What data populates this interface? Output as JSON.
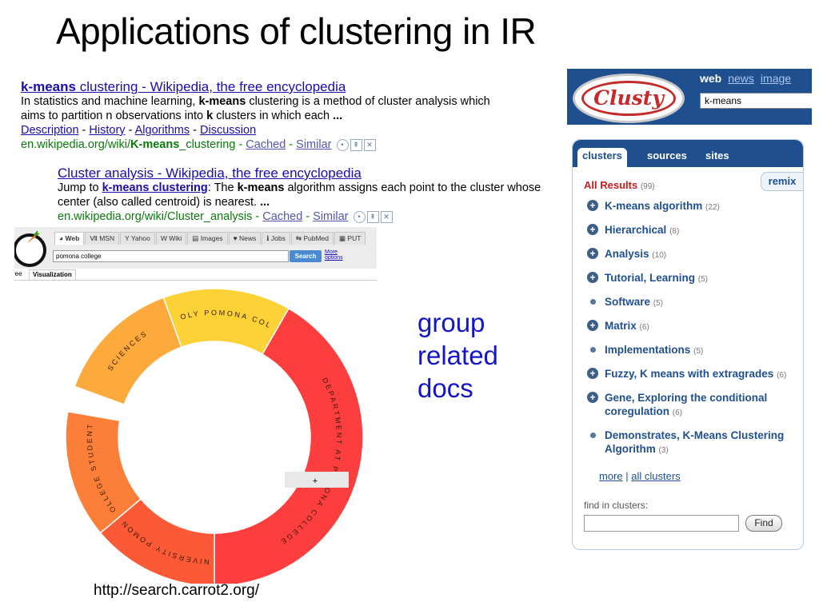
{
  "slide": {
    "title": "Applications of clustering in IR",
    "caption_lines": [
      "group",
      "related",
      "docs"
    ],
    "source_url": "http://search.carrot2.org/"
  },
  "results": [
    {
      "title_bold": "k-means",
      "title_rest": " clustering - Wikipedia, the free encyclopedia",
      "snippet_line1_a": "In statistics and machine learning, ",
      "snippet_line1_b": "k-means",
      "snippet_line1_c": " clustering is a method of cluster analysis which",
      "snippet_line2_a": "aims to partition n observations into ",
      "snippet_line2_b": "k",
      "snippet_line2_c": " clusters in which each ",
      "snippet_line2_d": "...",
      "links": [
        "Description",
        "History",
        "Algorithms",
        "Discussion"
      ],
      "url_a": "en.wikipedia.org/wiki/",
      "url_b": "K-means",
      "url_c": "_clustering",
      "cached": "Cached",
      "similar": "Similar"
    },
    {
      "title": "Cluster analysis - Wikipedia, the free encyclopedia",
      "snippet_line1_a": "Jump to ",
      "snippet_line1_link": "k-means clustering",
      "snippet_line1_b": ": The ",
      "snippet_line1_c": "k-means",
      "snippet_line1_d": " algorithm assigns each point to the cluster whose",
      "snippet_line2": "center (also called centroid) is nearest. ",
      "snippet_line2_d": "...",
      "url": "en.wikipedia.org/wiki/Cluster_analysis",
      "cached": "Cached",
      "similar": "Similar"
    }
  ],
  "carrot": {
    "tabs": [
      "Web",
      "MSN",
      "Yahoo",
      "Wiki",
      "Images",
      "News",
      "Jobs",
      "PubMed",
      "PUT"
    ],
    "tab_icons": [
      "◕",
      "Ⅶ",
      "Y",
      "W",
      "▤",
      "♥",
      "ℹ",
      "⇆",
      "▦"
    ],
    "query": "pomona college",
    "search_label": "Search",
    "more_options": [
      "More",
      "options"
    ],
    "subtabs": [
      "ree",
      "Visualization"
    ],
    "plus_mark": "+",
    "segments": [
      {
        "label": "SCIENCES",
        "color": "#fdaa3c",
        "weight": 1
      },
      {
        "label": "CAL POLY POMONA COLLEGE",
        "color": "#fcd236",
        "weight": 1
      },
      {
        "label": "DEPARTMENT AT POMONA COLLEGE",
        "color": "#fd3e3e",
        "weight": 3
      },
      {
        "label": "UNIVERSITY POMONA",
        "color": "#fc5a36",
        "weight": 1
      },
      {
        "label": "COLLEGE STUDENTS",
        "color": "#fc7f39",
        "weight": 1
      }
    ]
  },
  "clusty": {
    "logo_text": "Clusty",
    "nav": [
      "web",
      "news",
      "image"
    ],
    "query": "k-means",
    "tabs": [
      "clusters",
      "sources",
      "sites"
    ],
    "remix": "remix",
    "all_results": {
      "label": "All Results",
      "count": "(99)"
    },
    "clusters": [
      {
        "label": "K-means algorithm",
        "count": "(22)",
        "expandable": true
      },
      {
        "label": "Hierarchical",
        "count": "(8)",
        "expandable": true
      },
      {
        "label": "Analysis",
        "count": "(10)",
        "expandable": true
      },
      {
        "label": "Tutorial, Learning",
        "count": "(5)",
        "expandable": true
      },
      {
        "label": "Software",
        "count": "(5)",
        "expandable": false
      },
      {
        "label": "Matrix",
        "count": "(6)",
        "expandable": true
      },
      {
        "label": "Implementations",
        "count": "(5)",
        "expandable": false
      },
      {
        "label": "Fuzzy, K means with extragrades",
        "count": "(6)",
        "expandable": true
      },
      {
        "label": "Gene, Exploring the conditional coregulation",
        "count": "(6)",
        "expandable": true
      },
      {
        "label": "Demonstrates, K-Means Clustering Algorithm",
        "count": "(3)",
        "expandable": false
      }
    ],
    "more": "more",
    "separator": "|",
    "all_clusters": "all clusters",
    "find_label": "find in clusters:",
    "find_button": "Find"
  }
}
